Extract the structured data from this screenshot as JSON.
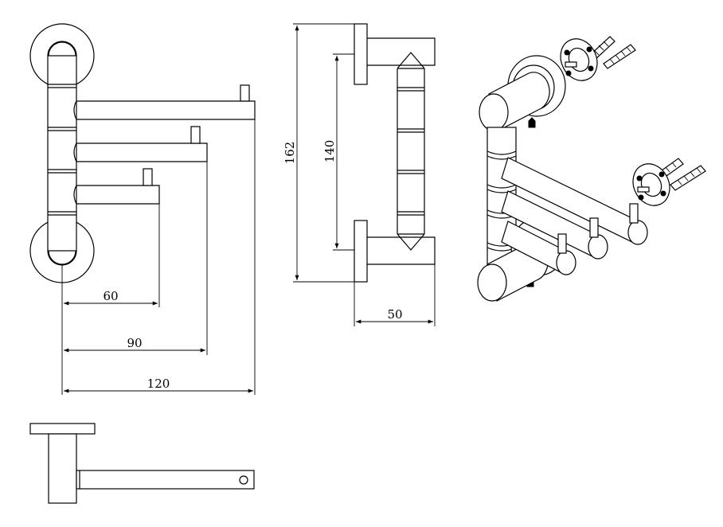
{
  "dimensions": {
    "arm_short": "60",
    "arm_mid": "90",
    "arm_long": "120",
    "total_height": "162",
    "mount_spacing": "140",
    "depth": "50"
  }
}
